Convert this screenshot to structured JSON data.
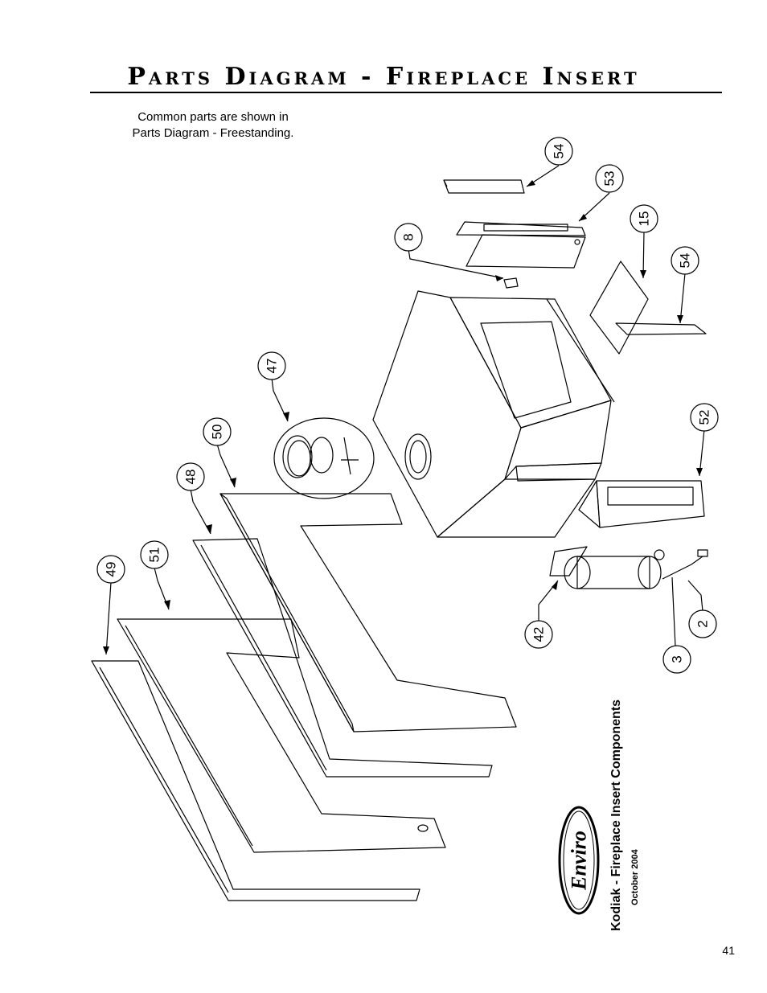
{
  "page": {
    "title": "Parts Diagram - Fireplace Insert",
    "note_line1": "Common parts are shown in",
    "note_line2": "Parts Diagram - Freestanding.",
    "page_number": "41"
  },
  "footer": {
    "brand": "Enviro",
    "product_title": "Kodiak - Fireplace Insert Components",
    "date": "October 2004"
  },
  "callouts": {
    "c54a": "54",
    "c53": "53",
    "c8": "8",
    "c15": "15",
    "c54b": "54",
    "c47": "47",
    "c50": "50",
    "c52": "52",
    "c48": "48",
    "c51": "51",
    "c49": "49",
    "c42": "42",
    "c2": "2",
    "c3": "3"
  },
  "colors": {
    "ink": "#000000",
    "paper": "#ffffff"
  },
  "icons": {
    "logo": "enviro-logo"
  }
}
